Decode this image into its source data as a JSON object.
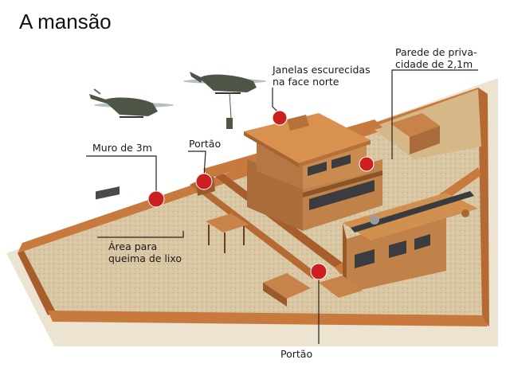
{
  "title": "A mansão",
  "labels": {
    "janelas": [
      "Janelas escurecidas",
      "na face norte"
    ],
    "parede": [
      "Parede de priva-",
      "cidade de 2,1m"
    ],
    "muro": "Muro de 3m",
    "portao_top": "Portão",
    "area": [
      "Área para",
      "queima de lixo"
    ],
    "portao_bottom": "Portão"
  },
  "colors": {
    "wall_top": "#c87a3e",
    "wall_side": "#a65e2c",
    "ground": "#d8c6a2",
    "marker": "#cc1f1f",
    "house_roof": "#d08a4a",
    "house_wall": "#b77a45",
    "window": "#3b3c40"
  },
  "icons": [
    "helicopter-icon",
    "helicopter-icon",
    "marker-dot-icon"
  ]
}
